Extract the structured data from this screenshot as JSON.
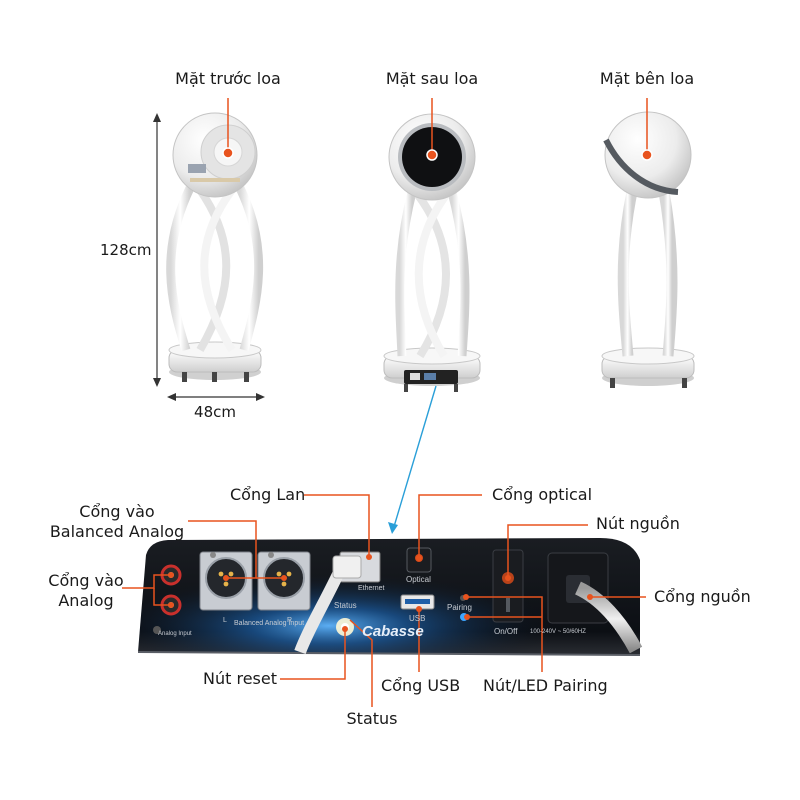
{
  "views": {
    "front": "Mặt trước loa",
    "back": "Mặt sau loa",
    "side": "Mặt bên loa"
  },
  "dimensions": {
    "height": "128cm",
    "width": "48cm"
  },
  "panel_text": {
    "ethernet": "Ethernet",
    "optical": "Optical",
    "usb": "USB",
    "status": "Status",
    "pairing": "Pairing",
    "on_off": "On/Off",
    "analog_input": "Analog Input",
    "balanced_analog_input": "Balanced Analog Input",
    "left": "L",
    "right": "R",
    "voltage": "100-240V ~ 50/60HZ",
    "logo": "Cabasse"
  },
  "callouts": {
    "lan": "Cổng Lan",
    "optical": "Cổng optical",
    "balanced_line1": "Cổng vào",
    "balanced_line2": "Balanced Analog",
    "power_button": "Nút nguồn",
    "analog_line1": "Cổng vào",
    "analog_line2": "Analog",
    "power_port": "Cổng nguồn",
    "reset": "Nút reset",
    "usb": "Cổng USB",
    "pairing": "Nút/LED Pairing",
    "status": "Status"
  },
  "colors": {
    "callout_line": "#e8531e",
    "arrow": "#2a9fd8",
    "speaker_white": "#f2f2f2",
    "panel_dark": "#111418",
    "status_blue": "#2f8fd6"
  }
}
